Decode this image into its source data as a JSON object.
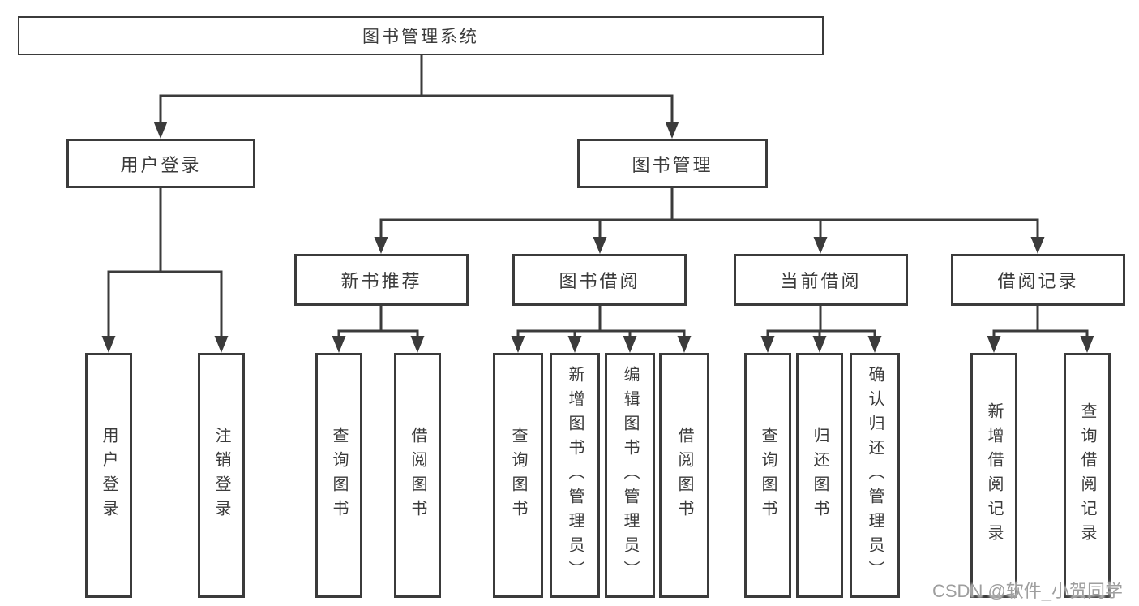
{
  "diagram": {
    "type": "tree",
    "root": {
      "label": "图书管理系统",
      "children": [
        {
          "label": "用户登录",
          "children": [
            {
              "label": "用户登录"
            },
            {
              "label": "注销登录"
            }
          ]
        },
        {
          "label": "图书管理",
          "children": [
            {
              "label": "新书推荐",
              "children": [
                {
                  "label": "查询图书"
                },
                {
                  "label": "借阅图书"
                }
              ]
            },
            {
              "label": "图书借阅",
              "children": [
                {
                  "label": "查询图书"
                },
                {
                  "label": "新增图书（管理员）"
                },
                {
                  "label": "编辑图书（管理员）"
                },
                {
                  "label": "借阅图书"
                }
              ]
            },
            {
              "label": "当前借阅",
              "children": [
                {
                  "label": "查询图书"
                },
                {
                  "label": "归还图书"
                },
                {
                  "label": "确认归还（管理员）"
                }
              ]
            },
            {
              "label": "借阅记录",
              "children": [
                {
                  "label": "新增借阅记录"
                },
                {
                  "label": "查询借阅记录"
                }
              ]
            }
          ]
        }
      ]
    }
  },
  "watermark": {
    "text": "CSDN @软件_小贺同学"
  },
  "colors": {
    "line": "#3b3b3b",
    "border": "#3b3b3b",
    "text": "#3b3b3b",
    "watermark": "#9e9e9e",
    "background": "#ffffff"
  }
}
